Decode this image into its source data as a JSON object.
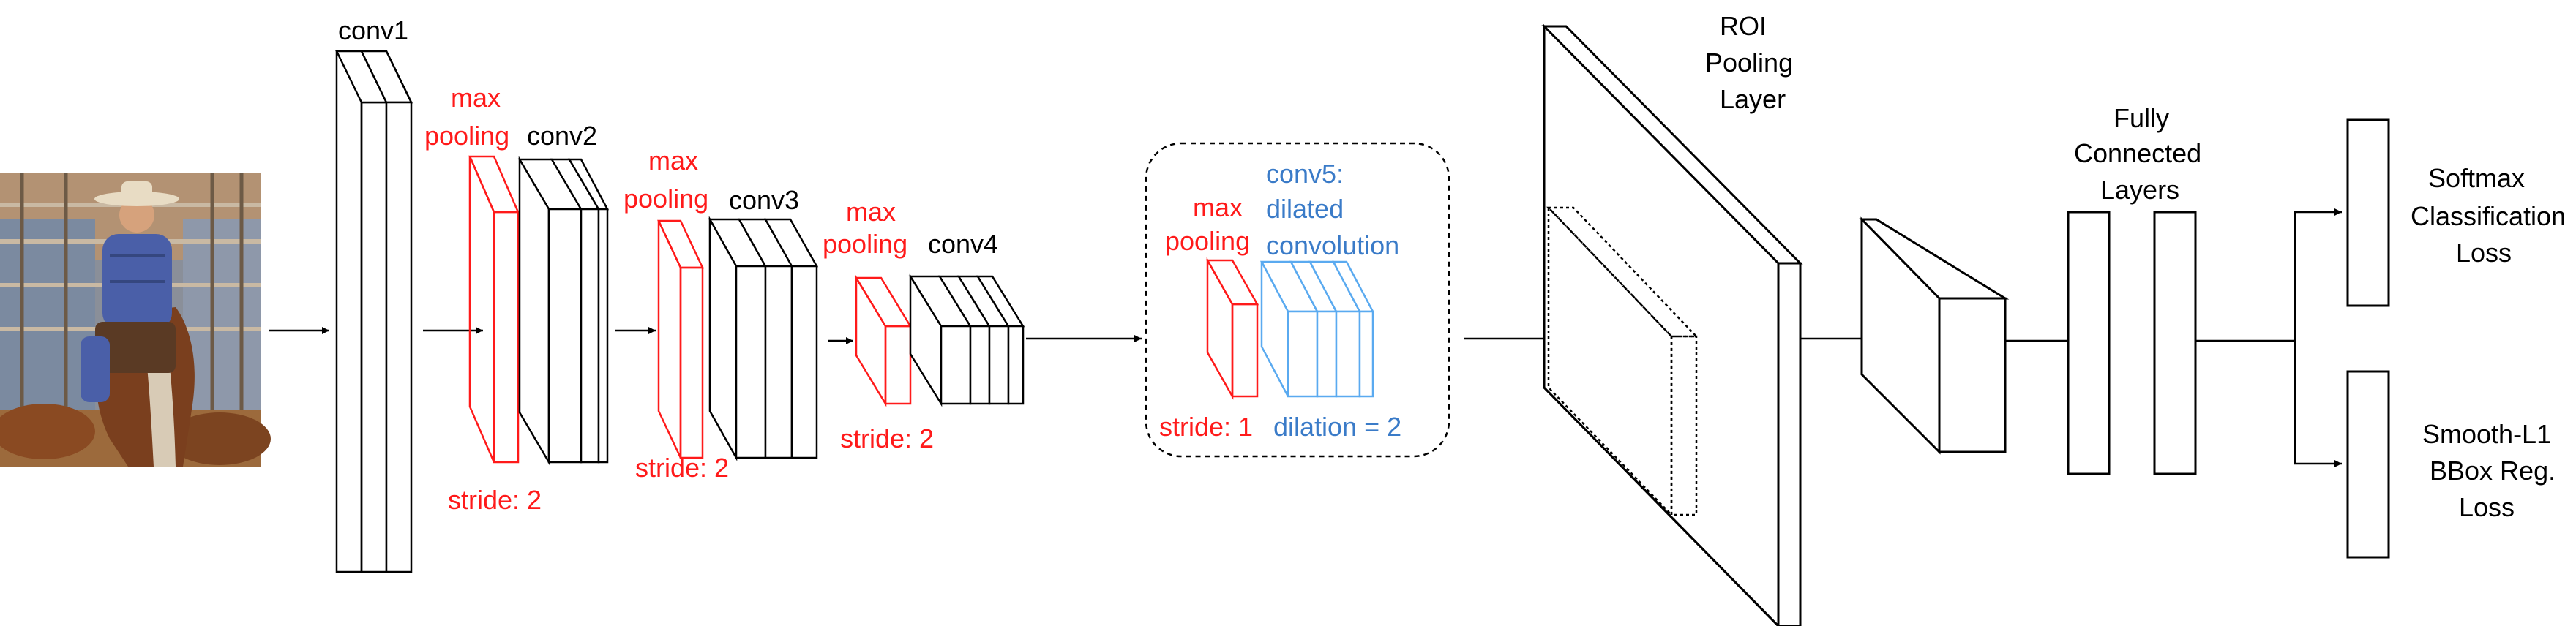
{
  "colors": {
    "black": "#000000",
    "pooling_red": "#ff1a1a",
    "dilated_blue": "#5aaaf0",
    "dilated_text": "#3a7bc8",
    "photo_sky": "#7f8fa6",
    "photo_wood": "#a0744a",
    "photo_horse": "#7a3f1e",
    "photo_shirt": "#4a5fa8"
  },
  "photo": {
    "subject": "cowboy on horse"
  },
  "labels": {
    "conv1": "conv1",
    "conv2": "conv2",
    "conv3": "conv3",
    "conv4": "conv4",
    "pool1_line1": "max",
    "pool1_line2": "pooling",
    "pool2_line1": "max",
    "pool2_line2": "pooling",
    "pool3_line1": "max",
    "pool3_line2": "pooling",
    "pool4_line1": "max",
    "pool4_line2": "pooling",
    "stride1": "stride: 2",
    "stride2": "stride: 2",
    "stride3": "stride: 2",
    "stride4": "stride: 1",
    "conv5_line1": "conv5:",
    "conv5_line2": "dilated",
    "conv5_line3": "convolution",
    "dilation": "dilation = 2",
    "roi_line1": "ROI",
    "roi_line2": "Pooling",
    "roi_line3": "Layer",
    "fc_line1": "Fully",
    "fc_line2": "Connected",
    "fc_line3": "Layers",
    "softmax_line1": "Softmax",
    "softmax_line2": "Classification",
    "softmax_line3": "Loss",
    "bbox_line1": "Smooth-L1",
    "bbox_line2": "BBox Reg.",
    "bbox_line3": "Loss"
  }
}
